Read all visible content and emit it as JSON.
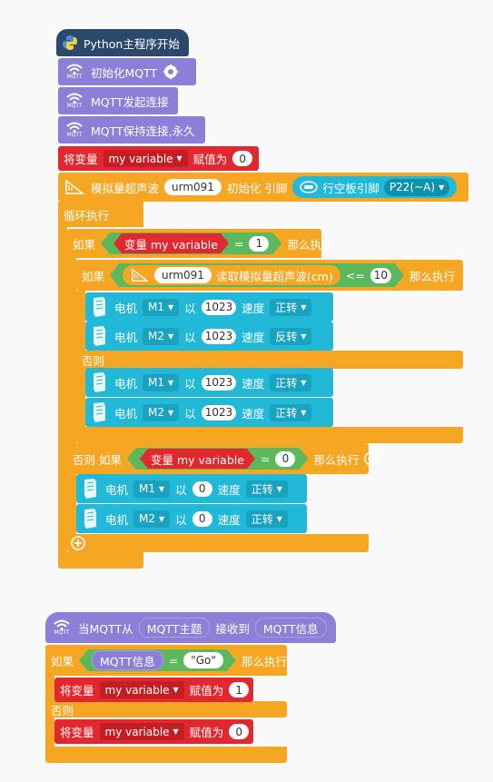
{
  "main_script": {
    "python_start": "Python主程序开始",
    "mqtt_init": "初始化MQTT",
    "mqtt_connect": "MQTT发起连接",
    "mqtt_keep": "MQTT保持连接,永久",
    "mqtt_icon_text": "MQTT",
    "set_var_prefix": "将变量",
    "var_name": "my variable",
    "assign": "赋值为",
    "init_value": "0",
    "ultra_init": {
      "label": "模拟量超声波",
      "sensor": "urm091",
      "init_pin": "初始化 引脚",
      "board_pin": "行空板引脚",
      "pin": "P22(~A)"
    },
    "forever": "循环执行",
    "if1": {
      "if": "如果",
      "var_label": "变量 my variable",
      "eq": "=",
      "value": "1",
      "then": "那么执行"
    },
    "if2": {
      "if": "如果",
      "sensor": "urm091",
      "read": "读取模拟量超声波(cm)",
      "op": "<=",
      "value": "10",
      "then": "那么执行"
    },
    "else": "否则",
    "else_if": {
      "prefix": "否则 如果",
      "var_label": "变量 my variable",
      "eq": "=",
      "value": "0",
      "then": "那么执行"
    },
    "motor_words": {
      "motor": "电机",
      "by": "以",
      "speed": "速度"
    },
    "motors_a": [
      {
        "id": "M1",
        "speed": "1023",
        "dir": "正转"
      },
      {
        "id": "M2",
        "speed": "1023",
        "dir": "反转"
      }
    ],
    "motors_b": [
      {
        "id": "M1",
        "speed": "1023",
        "dir": "正转"
      },
      {
        "id": "M2",
        "speed": "1023",
        "dir": "正转"
      }
    ],
    "motors_c": [
      {
        "id": "M1",
        "speed": "0",
        "dir": "正转"
      },
      {
        "id": "M2",
        "speed": "0",
        "dir": "正转"
      }
    ]
  },
  "mqtt_script": {
    "when_from": "当MQTT从",
    "topic": "MQTT主题",
    "received": "接收到",
    "message": "MQTT信息",
    "if": "如果",
    "msg_label": "MQTT信息",
    "eq": "=",
    "compare": "\"Go\"",
    "then": "那么执行",
    "set_var_prefix": "将变量",
    "var_name": "my variable",
    "assign": "赋值为",
    "value_then": "1",
    "else": "否则",
    "value_else": "0"
  },
  "colors": {
    "background": "#f9f9f9",
    "python_navy": "#2b4a6b",
    "mqtt_purple": "#8b7fd8",
    "variable_red": "#e0282e",
    "control_orange": "#f5a623",
    "motor_cyan": "#22b8d8",
    "compare_green": "#5cb85c"
  }
}
